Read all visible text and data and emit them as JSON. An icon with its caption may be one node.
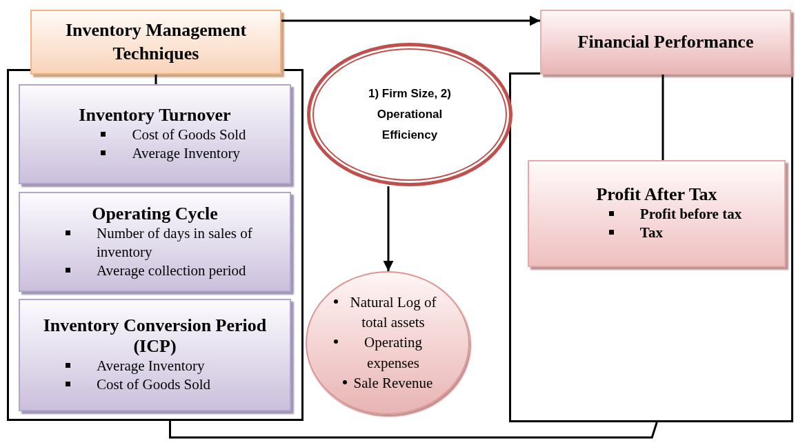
{
  "diagram": {
    "nodes": [
      {
        "text": [
          "Inventory Management Techniques"
        ]
      },
      {
        "text": [],
        "shape": "box"
      },
      {
        "text": [
          "Inventory Turnover",
          "Cost of Goods Sold",
          "Average Inventory"
        ],
        "in": 1
      },
      {
        "text": [
          "Operating Cycle",
          "Number of days in sales of inventory",
          "Average collection period"
        ],
        "in": 1
      },
      {
        "text": [
          "Inventory Conversion Period (ICP)",
          "Average Inventory",
          "Cost of Goods Sold"
        ],
        "in": 1
      },
      {
        "text": [
          "1) Firm Size, 2) Operational Efficiency"
        ]
      },
      {
        "text": [
          "Financial Performance"
        ]
      },
      {
        "text": [
          "Natural Log of total assets",
          "Operating expenses",
          "Sale Revenue"
        ]
      },
      {
        "text": [],
        "shape": "box"
      },
      {
        "text": [
          "Profit After Tax",
          "Profit before tax",
          "Tax"
        ],
        "in": 8
      }
    ],
    "edges": [
      {
        "from": 0,
        "to": 6,
        "arrow": "to"
      },
      {
        "from": 0,
        "to": 2,
        "arrow": "none"
      },
      {
        "from": 6,
        "to": 9,
        "arrow": "none"
      },
      {
        "from": 5,
        "to": 7,
        "arrow": "to"
      },
      {
        "from": 1,
        "to": 8,
        "arrow": "none"
      }
    ]
  }
}
